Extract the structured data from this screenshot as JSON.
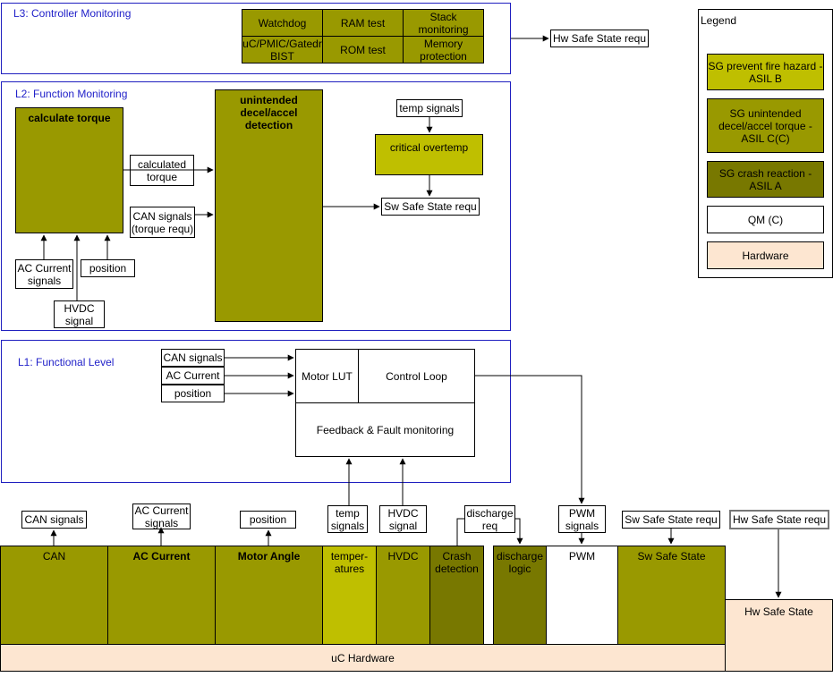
{
  "levels": {
    "l3": "L3: Controller Monitoring",
    "l2": "L2: Function Monitoring",
    "l1": "L1: Functional Level"
  },
  "l3_grid": {
    "watchdog": "Watchdog",
    "ram_test": "RAM test",
    "stack_monitoring": "Stack monitoring",
    "bist": "uC/PMIC/Gatedr BIST",
    "rom_test": "ROM test",
    "memory_protection": "Memory protection"
  },
  "hw_safe_state_requ_l3": "Hw Safe State requ",
  "l2": {
    "calculate_torque": "calculate torque",
    "calculated_torque": "calculated torque",
    "can_signals_torque": "CAN signals (torque requ)",
    "ac_current_signals": "AC Current signals",
    "position": "position",
    "hvdc_signal": "HVDC signal",
    "unintended_detection": "unintended decel/accel detection",
    "temp_signals": "temp signals",
    "critical_overtemp": "critical overtemp",
    "sw_safe_state_requ": "Sw Safe State requ"
  },
  "l1": {
    "can_signals": "CAN signals",
    "ac_current": "AC Current",
    "position": "position",
    "motor_lut": "Motor LUT",
    "control_loop": "Control Loop",
    "feedback_fault": "Feedback & Fault monitoring"
  },
  "signals": {
    "can_signals": "CAN signals",
    "ac_current_signals": "AC Current signals",
    "position": "position",
    "temp_signals": "temp signals",
    "hvdc_signal": "HVDC signal",
    "discharge_req": "discharge req",
    "pwm_signals": "PWM signals",
    "sw_safe_state_requ": "Sw Safe State requ",
    "hw_safe_state_requ": "Hw Safe State requ"
  },
  "hardware": {
    "can": "CAN",
    "ac_current": "AC Current",
    "motor_angle": "Motor Angle",
    "temperatures": "temper-\natures",
    "hvdc": "HVDC",
    "crash_detection": "Crash detection",
    "discharge_logic": "discharge logic",
    "pwm": "PWM",
    "sw_safe_state": "Sw Safe State",
    "hw_safe_state": "Hw Safe State",
    "uc_hardware": "uC Hardware"
  },
  "legend": {
    "title": "Legend",
    "items": [
      {
        "label": "SG prevent fire hazard - ASIL B",
        "color": "#bfbf00"
      },
      {
        "label": "SG unintended decel/accel torque - ASIL C(C)",
        "color": "#999900"
      },
      {
        "label": "SG crash reaction - ASIL A",
        "color": "#787800"
      },
      {
        "label": "QM (C)",
        "color": "#ffffff"
      },
      {
        "label": "Hardware",
        "color": "#fde6d1"
      }
    ]
  }
}
